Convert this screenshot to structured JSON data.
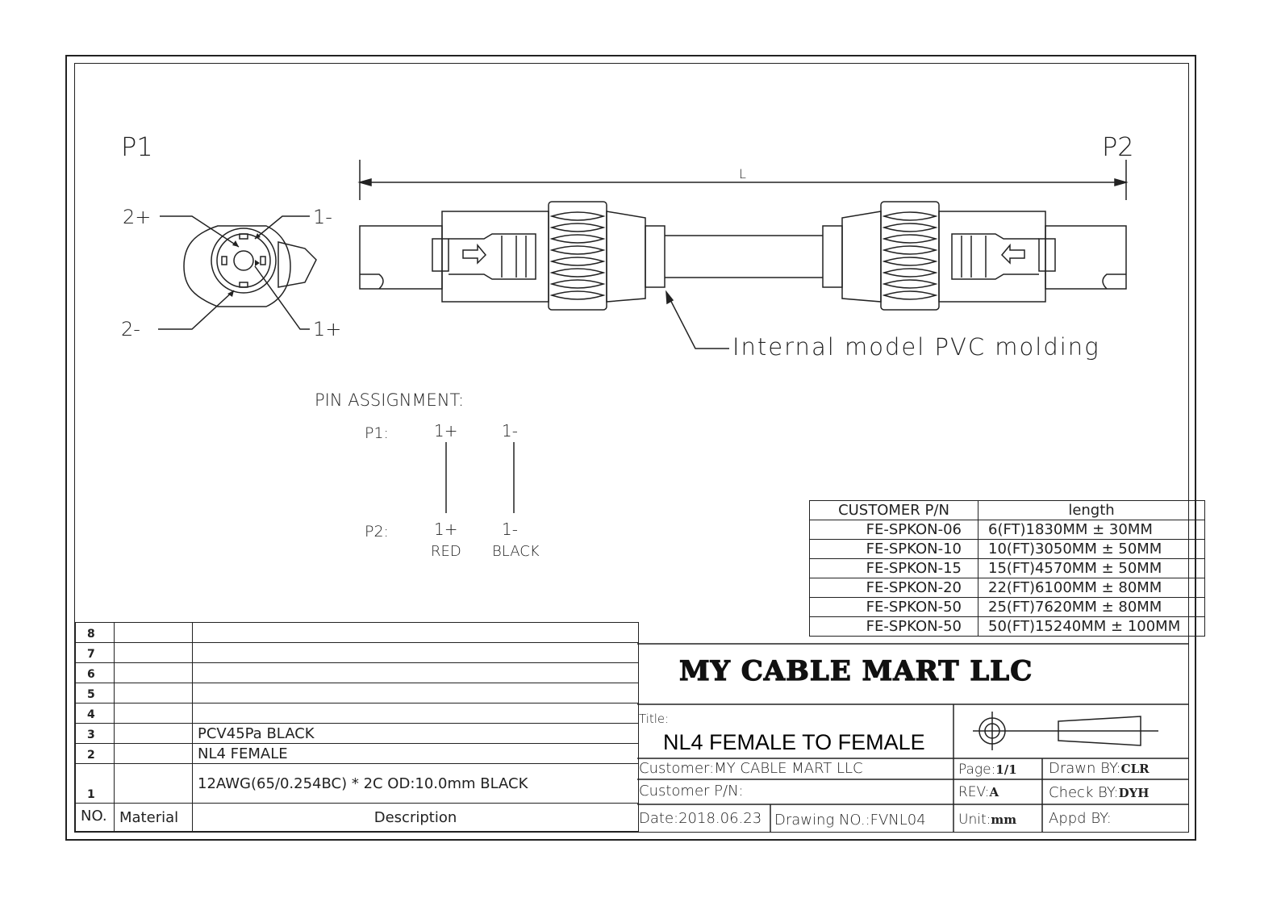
{
  "drawing": {
    "p1_label": "P1",
    "p2_label": "P2",
    "length_label": "L",
    "pin_labels": {
      "plus2": "2+",
      "minus1": "1-",
      "minus2": "2-",
      "plus1": "1+"
    },
    "molding_note": "Internal model PVC molding"
  },
  "pin_assignment": {
    "heading": "PIN ASSIGNMENT:",
    "p1_label": "P1:",
    "p2_label": "P2:",
    "p1_pins": [
      "1+",
      "1-"
    ],
    "p2_pins": [
      "1+",
      "1-"
    ],
    "colors": [
      "RED",
      "BLACK"
    ]
  },
  "part_table": {
    "headers": [
      "CUSTOMER P/N",
      "length"
    ],
    "rows": [
      [
        "FE-SPKON-06",
        "6(FT)1830MM ± 30MM"
      ],
      [
        "FE-SPKON-10",
        "10(FT)3050MM ± 50MM"
      ],
      [
        "FE-SPKON-15",
        "15(FT)4570MM ± 50MM"
      ],
      [
        "FE-SPKON-20",
        "22(FT)6100MM ± 80MM"
      ],
      [
        "FE-SPKON-50",
        "25(FT)7620MM ± 80MM"
      ],
      [
        "FE-SPKON-50",
        "50(FT)15240MM ± 100MM"
      ]
    ]
  },
  "bom": {
    "rows": [
      {
        "no": "8",
        "material": "",
        "description": ""
      },
      {
        "no": "7",
        "material": "",
        "description": ""
      },
      {
        "no": "6",
        "material": "",
        "description": ""
      },
      {
        "no": "5",
        "material": "",
        "description": ""
      },
      {
        "no": "4",
        "material": "",
        "description": ""
      },
      {
        "no": "3",
        "material": "",
        "description": "PCV45Pa BLACK"
      },
      {
        "no": "2",
        "material": "",
        "description": "NL4 FEMALE"
      },
      {
        "no": "1",
        "material": "",
        "description": "12AWG(65/0.254BC) * 2C OD:10.0mm BLACK"
      }
    ],
    "header": {
      "no": "NO.",
      "material": "Material",
      "description": "Description"
    }
  },
  "title_block": {
    "company": "MY CABLE MART LLC",
    "title_label": "Title:",
    "title": "NL4 FEMALE TO FEMALE",
    "customer_label": "Customer:",
    "customer": "MY CABLE MART LLC",
    "customer_pn_label": "Customer P/N:",
    "customer_pn": "",
    "date_label": "Date:",
    "date": "2018.06.23",
    "drawing_no_label": "Drawing NO.:",
    "drawing_no": "FVNL04",
    "page_label": "Page:",
    "page": "1/1",
    "rev_label": "REV:",
    "rev": "A",
    "unit_label": "Unit:",
    "unit": "mm",
    "drawn_label": "Drawn BY:",
    "drawn": "CLR",
    "check_label": "Check BY:",
    "check": "DYH",
    "appd_label": "Appd BY:",
    "appd": ""
  }
}
